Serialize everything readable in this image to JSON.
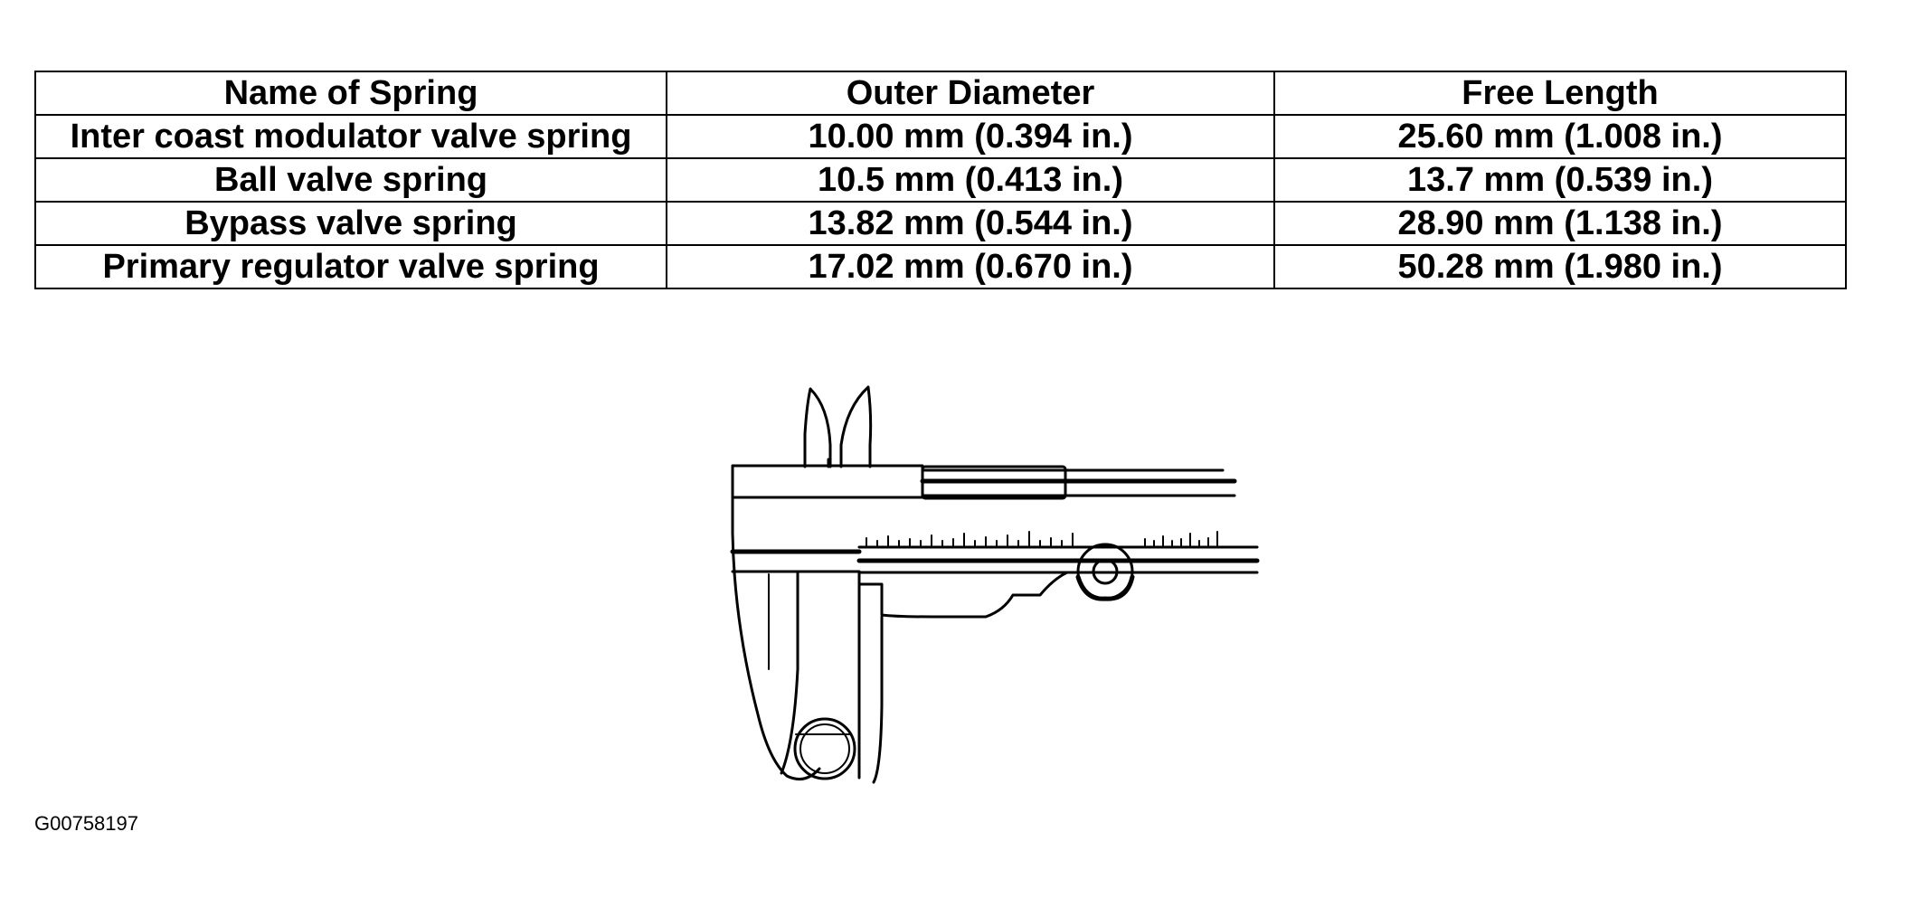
{
  "table": {
    "headers": [
      "Name of Spring",
      "Outer Diameter",
      "Free Length"
    ],
    "rows": [
      [
        "Inter coast modulator valve spring",
        "10.00 mm (0.394 in.)",
        "25.60 mm (1.008 in.)"
      ],
      [
        "Ball valve spring",
        "10.5 mm (0.413 in.)",
        "13.7 mm (0.539 in.)"
      ],
      [
        "Bypass valve spring",
        "13.82 mm (0.544 in.)",
        "28.90 mm (1.138 in.)"
      ],
      [
        "Primary regulator valve spring",
        "17.02 mm (0.670 in.)",
        "50.28 mm (1.980 in.)"
      ]
    ]
  },
  "figure": {
    "icon": "vernier-caliper-measuring-spring-icon",
    "id": "G00758197"
  }
}
